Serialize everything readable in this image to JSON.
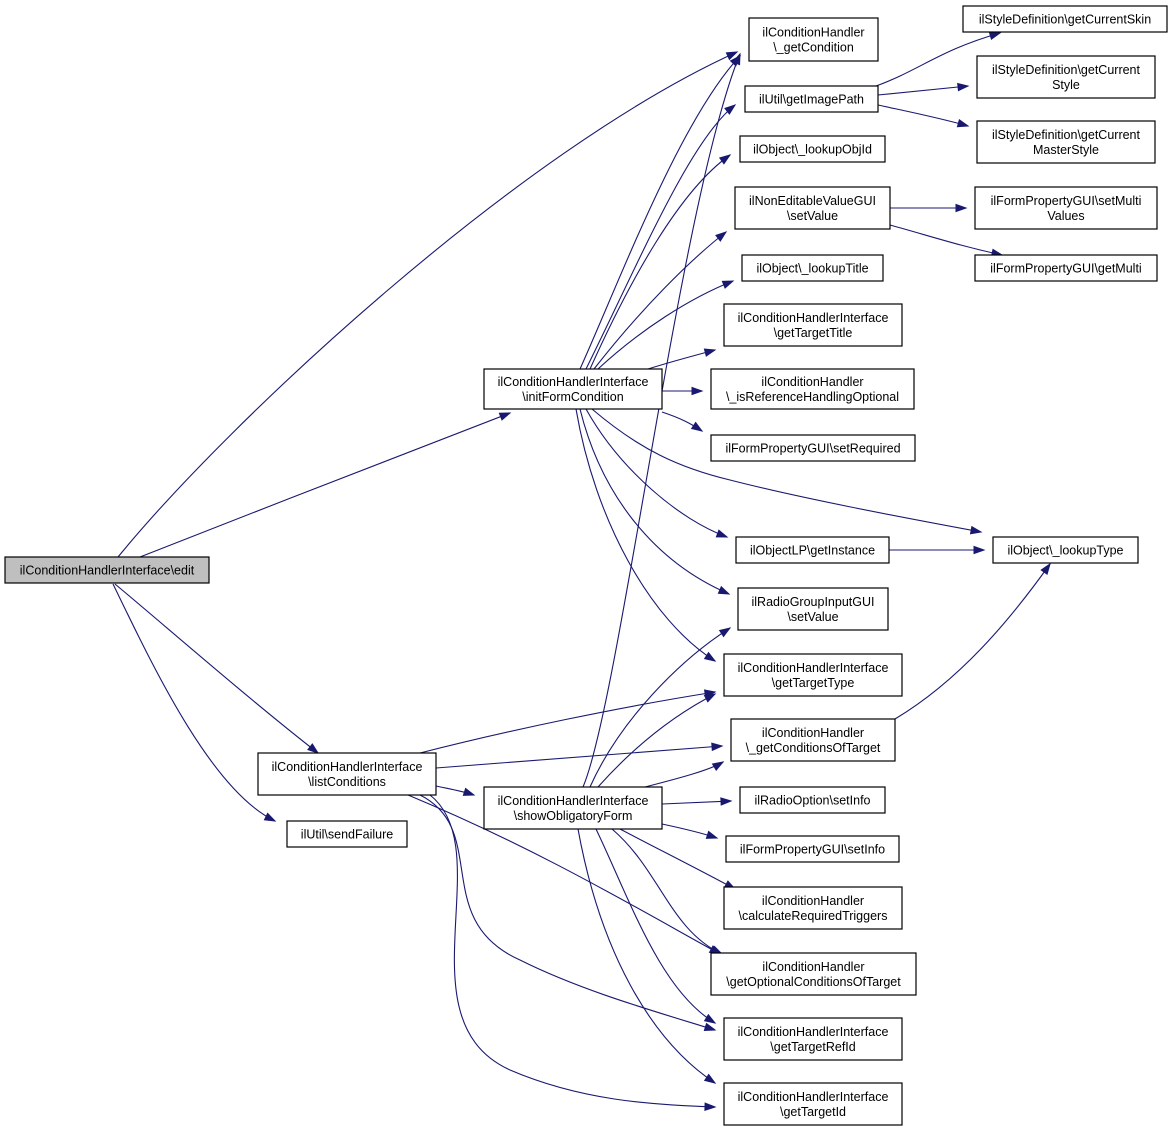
{
  "graph": {
    "title": "",
    "edge_color": "#191970",
    "root_fill": "#bfbfbf",
    "nodes": [
      {
        "id": "edit",
        "lines": [
          "ilConditionHandlerInterface\\edit"
        ],
        "root": true
      },
      {
        "id": "initFormCondition",
        "lines": [
          "ilConditionHandlerInterface",
          "\\initFormCondition"
        ]
      },
      {
        "id": "listConditions",
        "lines": [
          "ilConditionHandlerInterface",
          "\\listConditions"
        ]
      },
      {
        "id": "sendFailure",
        "lines": [
          "ilUtil\\sendFailure"
        ]
      },
      {
        "id": "showObligatoryForm",
        "lines": [
          "ilConditionHandlerInterface",
          "\\showObligatoryForm"
        ]
      },
      {
        "id": "_getCondition",
        "lines": [
          "ilConditionHandler",
          "\\_getCondition"
        ]
      },
      {
        "id": "getImagePath",
        "lines": [
          "ilUtil\\getImagePath"
        ]
      },
      {
        "id": "_lookupObjId",
        "lines": [
          "ilObject\\_lookupObjId"
        ]
      },
      {
        "id": "ne_setValue",
        "lines": [
          "ilNonEditableValueGUI",
          "\\setValue"
        ]
      },
      {
        "id": "_lookupTitle",
        "lines": [
          "ilObject\\_lookupTitle"
        ]
      },
      {
        "id": "getTargetTitle",
        "lines": [
          "ilConditionHandlerInterface",
          "\\getTargetTitle"
        ]
      },
      {
        "id": "_isRefOpt",
        "lines": [
          "ilConditionHandler",
          "\\_isReferenceHandlingOptional"
        ]
      },
      {
        "id": "setRequired",
        "lines": [
          "ilFormPropertyGUI\\setRequired"
        ]
      },
      {
        "id": "getInstance",
        "lines": [
          "ilObjectLP\\getInstance"
        ]
      },
      {
        "id": "rg_setValue",
        "lines": [
          "ilRadioGroupInputGUI",
          "\\setValue"
        ]
      },
      {
        "id": "getTargetType",
        "lines": [
          "ilConditionHandlerInterface",
          "\\getTargetType"
        ]
      },
      {
        "id": "_getCondsOfTarget",
        "lines": [
          "ilConditionHandler",
          "\\_getConditionsOfTarget"
        ]
      },
      {
        "id": "ro_setInfo",
        "lines": [
          "ilRadioOption\\setInfo"
        ]
      },
      {
        "id": "fp_setInfo",
        "lines": [
          "ilFormPropertyGUI\\setInfo"
        ]
      },
      {
        "id": "calcReqTriggers",
        "lines": [
          "ilConditionHandler",
          "\\calculateRequiredTriggers"
        ]
      },
      {
        "id": "getOptConds",
        "lines": [
          "ilConditionHandler",
          "\\getOptionalConditionsOfTarget"
        ]
      },
      {
        "id": "getTargetRefId",
        "lines": [
          "ilConditionHandlerInterface",
          "\\getTargetRefId"
        ]
      },
      {
        "id": "getTargetId",
        "lines": [
          "ilConditionHandlerInterface",
          "\\getTargetId"
        ]
      },
      {
        "id": "getCurrentSkin",
        "lines": [
          "ilStyleDefinition\\getCurrentSkin"
        ]
      },
      {
        "id": "getCurrentStyle",
        "lines": [
          "ilStyleDefinition\\getCurrent",
          "Style"
        ]
      },
      {
        "id": "getCurrentMasterStyle",
        "lines": [
          "ilStyleDefinition\\getCurrent",
          "MasterStyle"
        ]
      },
      {
        "id": "setMultiValues",
        "lines": [
          "ilFormPropertyGUI\\setMulti",
          "Values"
        ]
      },
      {
        "id": "getMulti",
        "lines": [
          "ilFormPropertyGUI\\getMulti"
        ]
      },
      {
        "id": "_lookupType",
        "lines": [
          "ilObject\\_lookupType"
        ]
      }
    ],
    "edges": [
      [
        "edit",
        "_getCondition"
      ],
      [
        "edit",
        "initFormCondition"
      ],
      [
        "edit",
        "listConditions"
      ],
      [
        "edit",
        "sendFailure"
      ],
      [
        "initFormCondition",
        "_getCondition"
      ],
      [
        "initFormCondition",
        "getImagePath"
      ],
      [
        "initFormCondition",
        "_lookupObjId"
      ],
      [
        "initFormCondition",
        "ne_setValue"
      ],
      [
        "initFormCondition",
        "_lookupTitle"
      ],
      [
        "initFormCondition",
        "getTargetTitle"
      ],
      [
        "initFormCondition",
        "_isRefOpt"
      ],
      [
        "initFormCondition",
        "setRequired"
      ],
      [
        "initFormCondition",
        "_lookupType"
      ],
      [
        "initFormCondition",
        "getInstance"
      ],
      [
        "initFormCondition",
        "rg_setValue"
      ],
      [
        "initFormCondition",
        "getTargetType"
      ],
      [
        "listConditions",
        "getTargetType"
      ],
      [
        "listConditions",
        "_getCondsOfTarget"
      ],
      [
        "listConditions",
        "showObligatoryForm"
      ],
      [
        "listConditions",
        "getOptConds"
      ],
      [
        "listConditions",
        "getTargetRefId"
      ],
      [
        "listConditions",
        "getTargetId"
      ],
      [
        "showObligatoryForm",
        "_getCondition"
      ],
      [
        "showObligatoryForm",
        "rg_setValue"
      ],
      [
        "showObligatoryForm",
        "getTargetType"
      ],
      [
        "showObligatoryForm",
        "_getCondsOfTarget"
      ],
      [
        "showObligatoryForm",
        "ro_setInfo"
      ],
      [
        "showObligatoryForm",
        "fp_setInfo"
      ],
      [
        "showObligatoryForm",
        "calcReqTriggers"
      ],
      [
        "showObligatoryForm",
        "getOptConds"
      ],
      [
        "showObligatoryForm",
        "getTargetRefId"
      ],
      [
        "showObligatoryForm",
        "getTargetId"
      ],
      [
        "getImagePath",
        "getCurrentSkin"
      ],
      [
        "getImagePath",
        "getCurrentStyle"
      ],
      [
        "getImagePath",
        "getCurrentMasterStyle"
      ],
      [
        "ne_setValue",
        "setMultiValues"
      ],
      [
        "ne_setValue",
        "getMulti"
      ],
      [
        "getInstance",
        "_lookupType"
      ],
      [
        "_getCondsOfTarget",
        "_lookupType"
      ]
    ]
  }
}
